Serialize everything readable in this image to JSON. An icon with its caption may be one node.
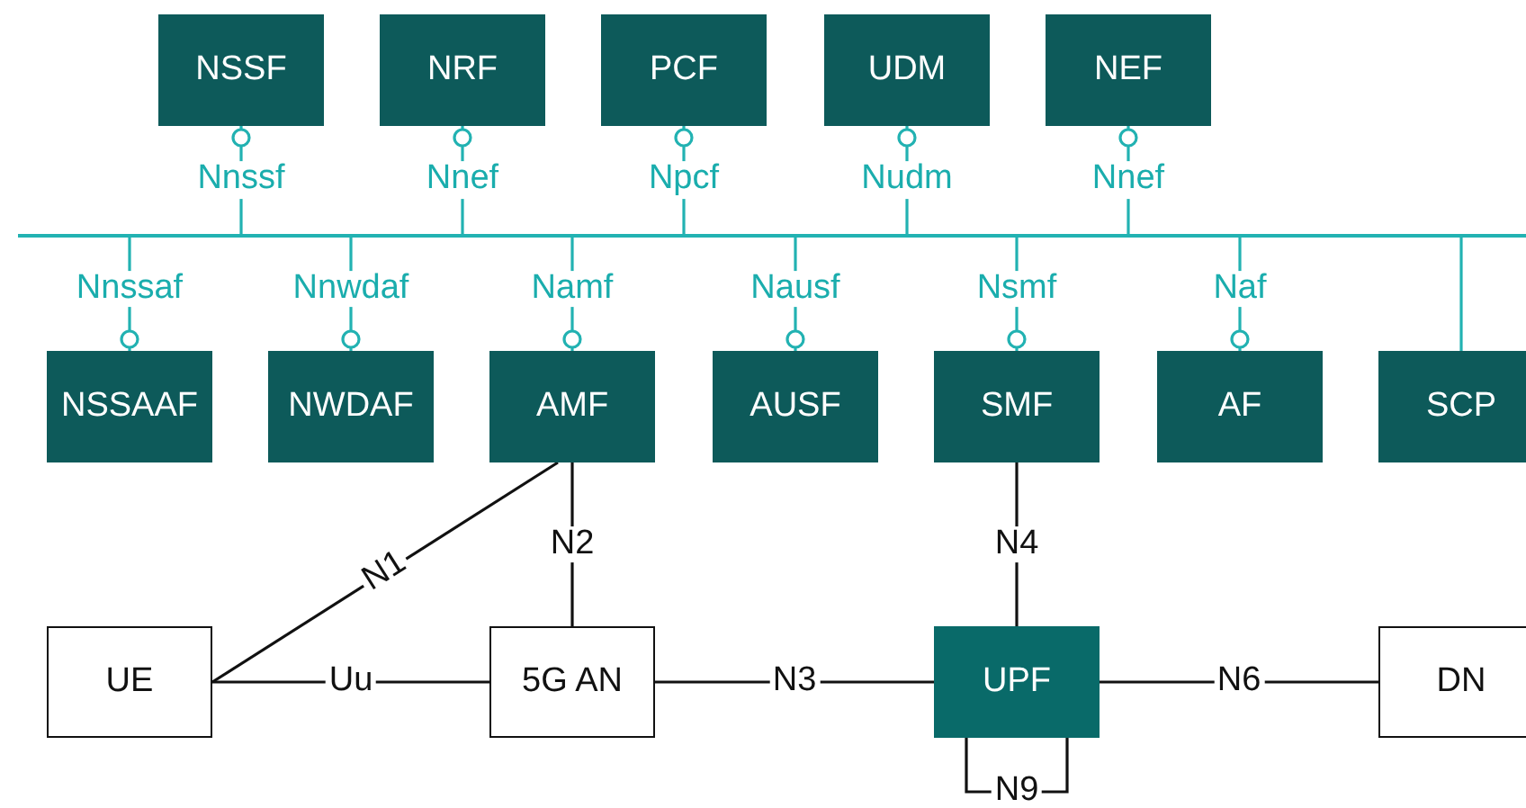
{
  "diagram": {
    "nodes": [
      {
        "text": [
          "NSSF"
        ]
      },
      {
        "text": [
          "NRF"
        ]
      },
      {
        "text": [
          "PCF"
        ]
      },
      {
        "text": [
          "UDM"
        ]
      },
      {
        "text": [
          "NEF"
        ]
      },
      {
        "text": [],
        "shape": "bar"
      },
      {
        "text": [
          "NSSAAF"
        ]
      },
      {
        "text": [
          "NWDAF"
        ]
      },
      {
        "text": [
          "AMF"
        ]
      },
      {
        "text": [
          "AUSF"
        ]
      },
      {
        "text": [
          "SMF"
        ]
      },
      {
        "text": [
          "AF"
        ]
      },
      {
        "text": [
          "SCP"
        ]
      },
      {
        "text": [
          "UE"
        ]
      },
      {
        "text": [
          "5G AN"
        ]
      },
      {
        "text": [
          "UPF"
        ]
      },
      {
        "text": [
          "DN"
        ]
      }
    ],
    "edges": [
      {
        "from": 0,
        "to": 5,
        "arrow": "other",
        "label": "Nnssf"
      },
      {
        "from": 1,
        "to": 5,
        "arrow": "other",
        "label": "Nnef"
      },
      {
        "from": 2,
        "to": 5,
        "arrow": "other",
        "label": "Npcf"
      },
      {
        "from": 3,
        "to": 5,
        "arrow": "other",
        "label": "Nudm"
      },
      {
        "from": 4,
        "to": 5,
        "arrow": "other",
        "label": "Nnef"
      },
      {
        "from": 6,
        "to": 5,
        "arrow": "other",
        "label": "Nnssaf"
      },
      {
        "from": 7,
        "to": 5,
        "arrow": "other",
        "label": "Nnwdaf"
      },
      {
        "from": 8,
        "to": 5,
        "arrow": "other",
        "label": "Namf"
      },
      {
        "from": 9,
        "to": 5,
        "arrow": "other",
        "label": "Nausf"
      },
      {
        "from": 10,
        "to": 5,
        "arrow": "other",
        "label": "Nsmf"
      },
      {
        "from": 11,
        "to": 5,
        "arrow": "other",
        "label": "Naf"
      },
      {
        "from": 12,
        "to": 5,
        "arrow": "none"
      },
      {
        "from": 8,
        "to": 13,
        "arrow": "none",
        "label": "N1",
        "color": "#111111"
      },
      {
        "from": 8,
        "to": 14,
        "arrow": "none",
        "label": "N2",
        "color": "#111111"
      },
      {
        "from": 13,
        "to": 14,
        "arrow": "none",
        "label": "Uu",
        "color": "#111111"
      },
      {
        "from": 14,
        "to": 15,
        "arrow": "none",
        "label": "N3",
        "color": "#111111"
      },
      {
        "from": 10,
        "to": 15,
        "arrow": "none",
        "label": "N4",
        "color": "#111111"
      },
      {
        "from": 15,
        "to": 16,
        "arrow": "none",
        "label": "N6",
        "color": "#111111"
      },
      {
        "from": 15,
        "to": 15,
        "arrow": "none",
        "label": "N9",
        "color": "#111111"
      }
    ]
  }
}
